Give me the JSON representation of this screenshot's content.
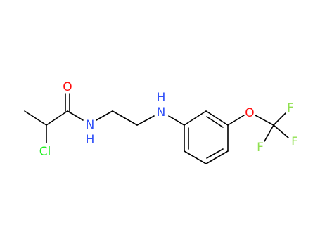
{
  "molecule": {
    "atoms": {
      "oxygen_carbonyl": {
        "text": "O",
        "color": "#ff0d0d"
      },
      "nitrogen_amide": {
        "text": "N",
        "color": "#3050f8"
      },
      "hydrogen_amide": {
        "text": "H",
        "color": "#3050f8"
      },
      "chlorine": {
        "text": "Cl",
        "color": "#1ff01f"
      },
      "nitrogen_amine": {
        "text": "N",
        "color": "#3050f8"
      },
      "hydrogen_amine": {
        "text": "H",
        "color": "#3050f8"
      },
      "oxygen_ether": {
        "text": "O",
        "color": "#ff0d0d"
      },
      "fluorine_top": {
        "text": "F",
        "color": "#90e050"
      },
      "fluorine_left": {
        "text": "F",
        "color": "#90e050"
      },
      "fluorine_right": {
        "text": "F",
        "color": "#90e050"
      }
    }
  }
}
